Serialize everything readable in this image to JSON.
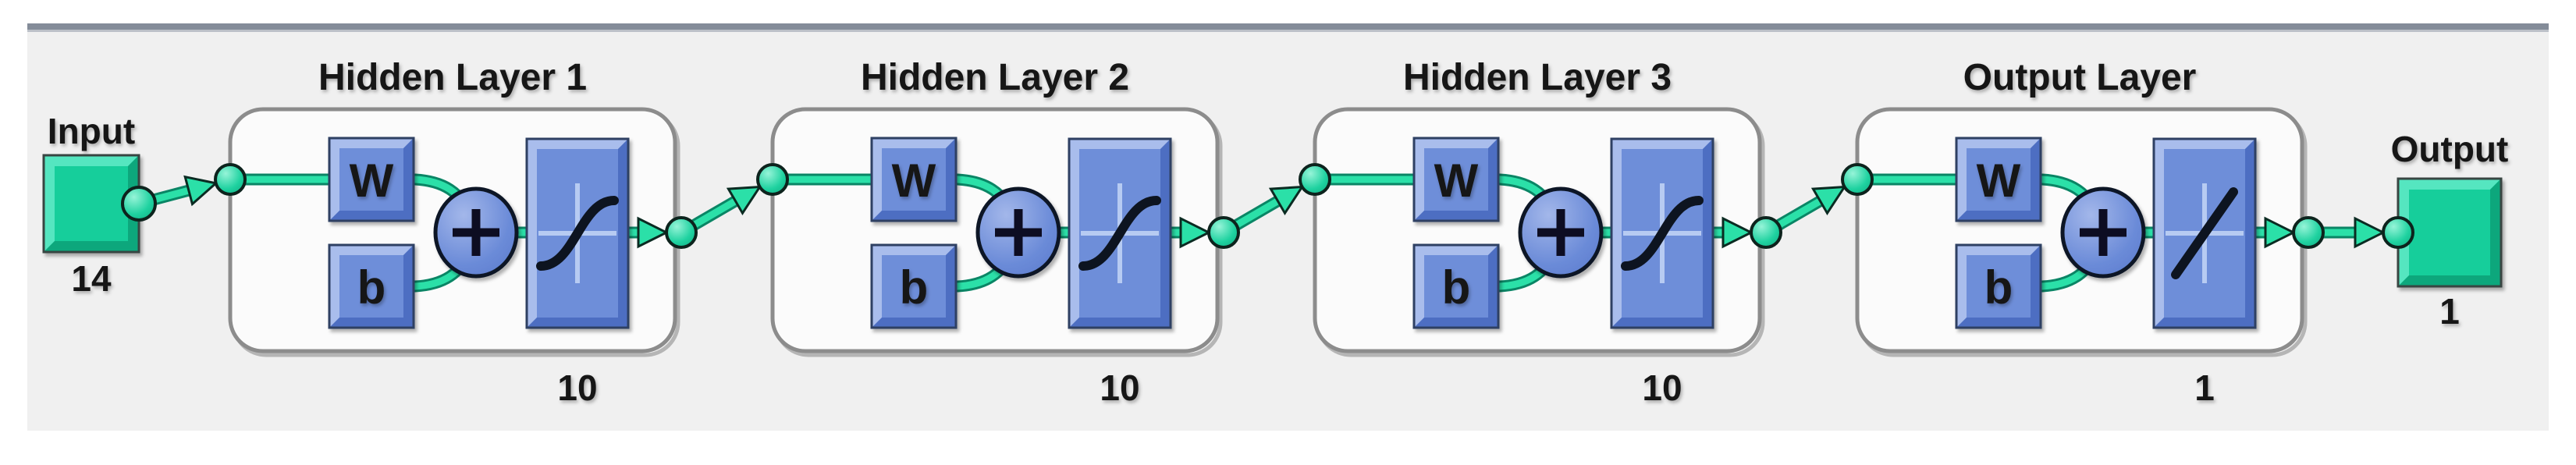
{
  "diagram": {
    "kind": "neural-network-architecture",
    "input": {
      "label": "Input",
      "size": "14"
    },
    "output": {
      "label": "Output",
      "size": "1"
    },
    "layers": [
      {
        "title": "Hidden Layer 1",
        "size": "10",
        "weight_label": "W",
        "bias_label": "b",
        "transfer_icon": "sigmoid-curve-icon"
      },
      {
        "title": "Hidden Layer 2",
        "size": "10",
        "weight_label": "W",
        "bias_label": "b",
        "transfer_icon": "sigmoid-curve-icon"
      },
      {
        "title": "Hidden Layer 3",
        "size": "10",
        "weight_label": "W",
        "bias_label": "b",
        "transfer_icon": "sigmoid-curve-icon"
      },
      {
        "title": "Output Layer",
        "size": "1",
        "weight_label": "W",
        "bias_label": "b",
        "transfer_icon": "linear-transfer-icon"
      }
    ]
  },
  "colors": {
    "page_bg": "#FFFFFF",
    "panel_bg": "#F0F0F0",
    "panel_top_border": "#848C99",
    "panel_top_border_light": "#BCC0C8",
    "box_fill": "#FBFBFB",
    "box_border": "#8C8C8C",
    "box_shadow": "#B5B5B5",
    "blue_face": "#6E8ED9",
    "blue_light": "#A9BDEC",
    "blue_dark": "#4E6EC2",
    "blue_outline": "#2E3F63",
    "green_face": "#12CE9B",
    "green_light": "#55E6C0",
    "green_dark": "#0AA77C",
    "green_outline": "#384442",
    "line_green": "#2BE0A8",
    "line_green_edge": "#0A8565",
    "node_stroke": "#0D231D",
    "tri_stroke": "#0B2B22",
    "sum_stroke": "#101826",
    "plus_color": "#0A1020",
    "axes_cross": "#B7CBF2",
    "curve_color": "#0D1420",
    "text_color": "#161616"
  }
}
